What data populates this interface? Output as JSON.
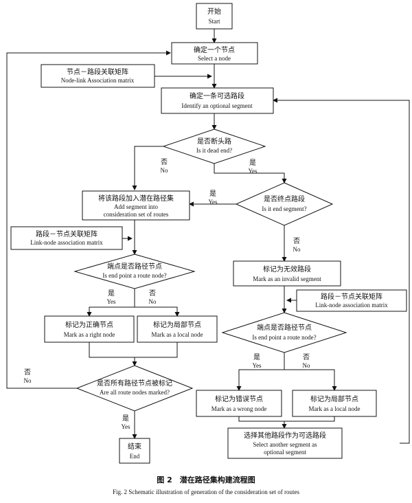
{
  "nodes": {
    "start": {
      "zh": "开始",
      "en": "Start"
    },
    "select_node": {
      "zh": "确定一个节点",
      "en": "Select a node"
    },
    "node_link_matrix": {
      "zh": "节点－路段关联矩阵",
      "en": "Node-link Association matrix"
    },
    "identify_segment": {
      "zh": "确定一条可选路段",
      "en": "Identify an optional segment"
    },
    "dead_end": {
      "zh": "是否断头路",
      "en": "Is it dead end?"
    },
    "add_segment": {
      "zh": "将该路段加入潜在路径集",
      "en1": "Add segment into",
      "en2": "consideration set of routes"
    },
    "end_segment": {
      "zh": "是否终点路段",
      "en": "Is it end segment?"
    },
    "link_node_matrix_1": {
      "zh": "路段－节点关联矩阵",
      "en": "Link-node association matrix"
    },
    "route_node_1": {
      "zh": "端点是否路径节点",
      "en": "Is end point a route node?"
    },
    "mark_invalid": {
      "zh": "标记为无效路段",
      "en": "Mark as an invalid segment"
    },
    "link_node_matrix_2": {
      "zh": "路段－节点关联矩阵",
      "en": "Link-node association matrix"
    },
    "mark_right": {
      "zh": "标记为正确节点",
      "en": "Mark as a right node"
    },
    "mark_local_1": {
      "zh": "标记为局部节点",
      "en": "Mark as a local node"
    },
    "route_node_2": {
      "zh": "端点是否路径节点",
      "en": "Is end point a route node?"
    },
    "all_marked": {
      "zh": "是否所有路径节点被标记",
      "en": "Are all route nodes marked?"
    },
    "mark_wrong": {
      "zh": "标记为错误节点",
      "en": "Mark as a wrong node"
    },
    "mark_local_2": {
      "zh": "标记为局部节点",
      "en": "Mark as a local node"
    },
    "select_another": {
      "zh": "选择其他路段作为可选路段",
      "en1": "Select another segment as",
      "en2": "optional segment"
    },
    "end": {
      "zh": "结束",
      "en": "End"
    }
  },
  "edge_labels": {
    "dead_end_no": {
      "zh": "否",
      "en": "No"
    },
    "dead_end_yes": {
      "zh": "是",
      "en": "Yes"
    },
    "end_segment_yes": {
      "zh": "是",
      "en": "Yes"
    },
    "end_segment_no": {
      "zh": "否",
      "en": "No"
    },
    "route1_yes": {
      "zh": "是",
      "en": "Yes"
    },
    "route1_no": {
      "zh": "否",
      "en": "No"
    },
    "all_marked_no": {
      "zh": "否",
      "en": "No"
    },
    "all_marked_yes": {
      "zh": "是",
      "en": "Yes"
    },
    "route2_yes": {
      "zh": "是",
      "en": "Yes"
    },
    "route2_no": {
      "zh": "否",
      "en": "No"
    }
  },
  "caption": {
    "zh": "图 2　潜在路径集构建流程图",
    "en": "Fig. 2 Schematic illustration of generation of the consideration set of routes"
  }
}
